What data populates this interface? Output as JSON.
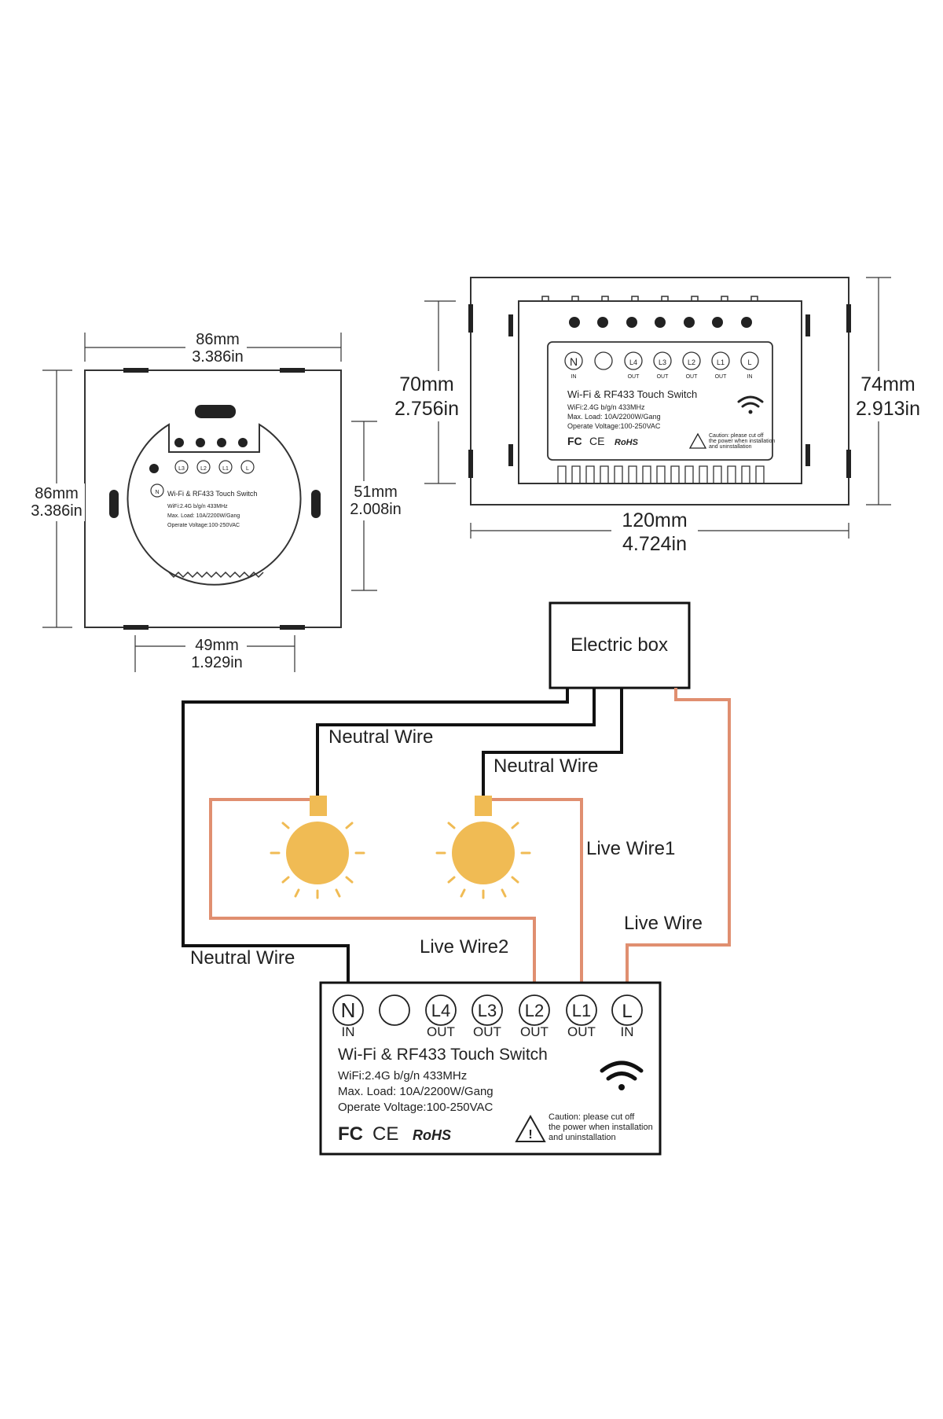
{
  "dimensions": {
    "square_top_mm": "86mm",
    "square_top_in": "3.386in",
    "square_left_mm": "86mm",
    "square_left_in": "3.386in",
    "square_right_mm": "51mm",
    "square_right_in": "2.008in",
    "square_bottom_mm": "49mm",
    "square_bottom_in": "1.929in",
    "rect_left_mm": "70mm",
    "rect_left_in": "2.756in",
    "rect_right_mm": "74mm",
    "rect_right_in": "2.913in",
    "rect_bottom_mm": "120mm",
    "rect_bottom_in": "4.724in"
  },
  "switch_label": {
    "title": "Wi-Fi & RF433 Touch Switch",
    "wifi": "WiFi:2.4G b/g/n 433MHz",
    "load": "Max. Load: 10A/2200W/Gang",
    "voltage": "Operate Voltage:100-250VAC",
    "fc": "FC",
    "ce": "CE",
    "rohs": "RoHS",
    "caution_1": "Caution: please cut off",
    "caution_2": "the power when installation",
    "caution_3": "and uninstallation"
  },
  "terminals": {
    "n": "N",
    "n_sub": "IN",
    "l4": "L4",
    "l4_sub": "OUT",
    "l3": "L3",
    "l3_sub": "OUT",
    "l2": "L2",
    "l2_sub": "OUT",
    "l1": "L1",
    "l1_sub": "OUT",
    "l": "L",
    "l_sub": "IN"
  },
  "wiring": {
    "electric_box": "Electric box",
    "neutral_wire_1": "Neutral Wire",
    "neutral_wire_2": "Neutral Wire",
    "neutral_wire_3": "Neutral Wire",
    "live_wire1": "Live Wire1",
    "live_wire2": "Live Wire2",
    "live_wire": "Live Wire"
  },
  "colors": {
    "neutral": "#111111",
    "live": "#e08f70",
    "bulb": "#f0bb54"
  }
}
